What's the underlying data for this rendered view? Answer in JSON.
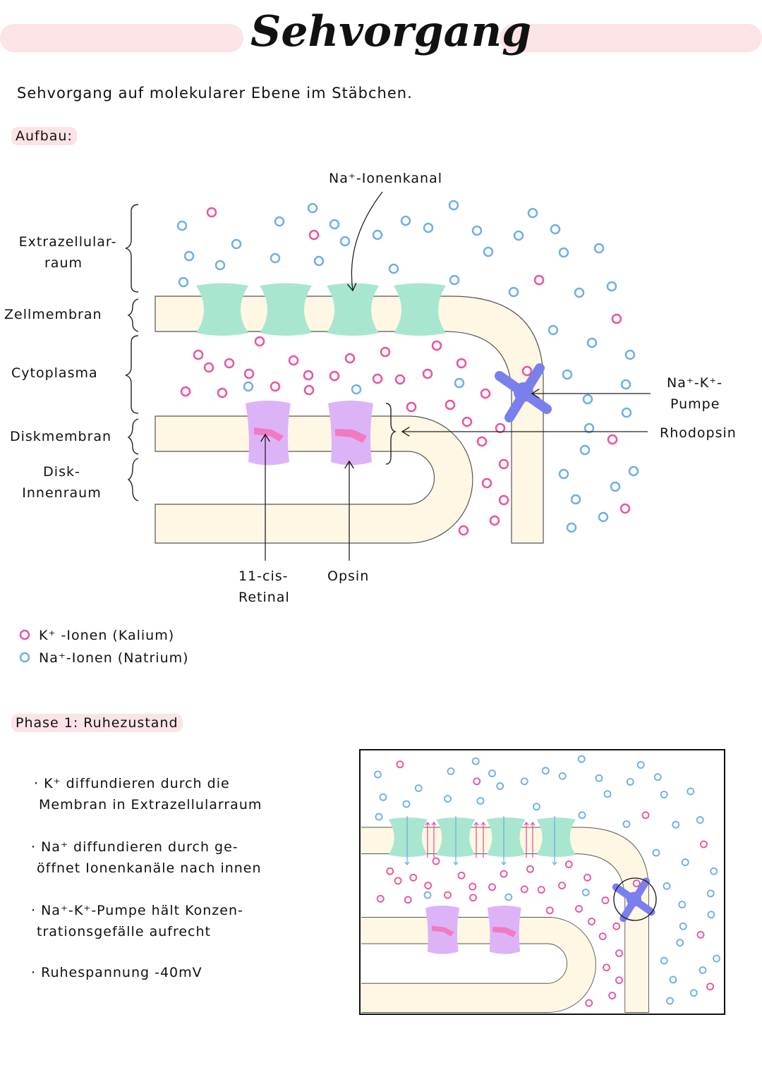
{
  "title": "Sehvorgang",
  "subtitle": "Sehvorgang auf molekularer Ebene im Stäbchen.",
  "section_aufbau": "Aufbau:",
  "labels": {
    "extrazellular": "Extrazellular-",
    "extrazellular2": "raum",
    "zellmembran": "Zellmembran",
    "cytoplasma": "Cytoplasma",
    "diskmembran": "Diskmembran",
    "disk": "Disk-",
    "disk2": "Innenraum",
    "ionenkanal": "Na⁺-Ionenkanal",
    "pumpe": "Na⁺-K⁺-",
    "pumpe2": "Pumpe",
    "rhodopsin": "Rhodopsin",
    "retinal": "11-cis-",
    "retinal2": "Retinal",
    "opsin": "Opsin"
  },
  "legend": [
    {
      "label": "K⁺ -Ionen (Kalium)",
      "color": "#e8559f"
    },
    {
      "label": "Na⁺-Ionen (Natrium)",
      "color": "#6fb0e4"
    }
  ],
  "phase1": {
    "heading": "Phase 1:  Ruhezustand",
    "bullets": [
      [
        "K⁺ diffundieren durch die",
        "Membran in Extrazellularraum"
      ],
      [
        "Na⁺ diffundieren durch ge-",
        "öffnet Ionenkanäle nach innen"
      ],
      [
        "Na⁺-K⁺-Pumpe hält Konzen-",
        "trationsgefälle aufrecht"
      ],
      [
        "Ruhespannung  -40mV"
      ]
    ]
  },
  "colors": {
    "potassium": "#e8559f",
    "sodium": "#6fb0e4",
    "membrane": "#fdf7e4",
    "channel": "#a8e6cf",
    "rhodopsin": "#ddb3f7",
    "retinal": "#f27ac0",
    "pump": "#7a7fee",
    "highlight": "#fbe3e6"
  }
}
